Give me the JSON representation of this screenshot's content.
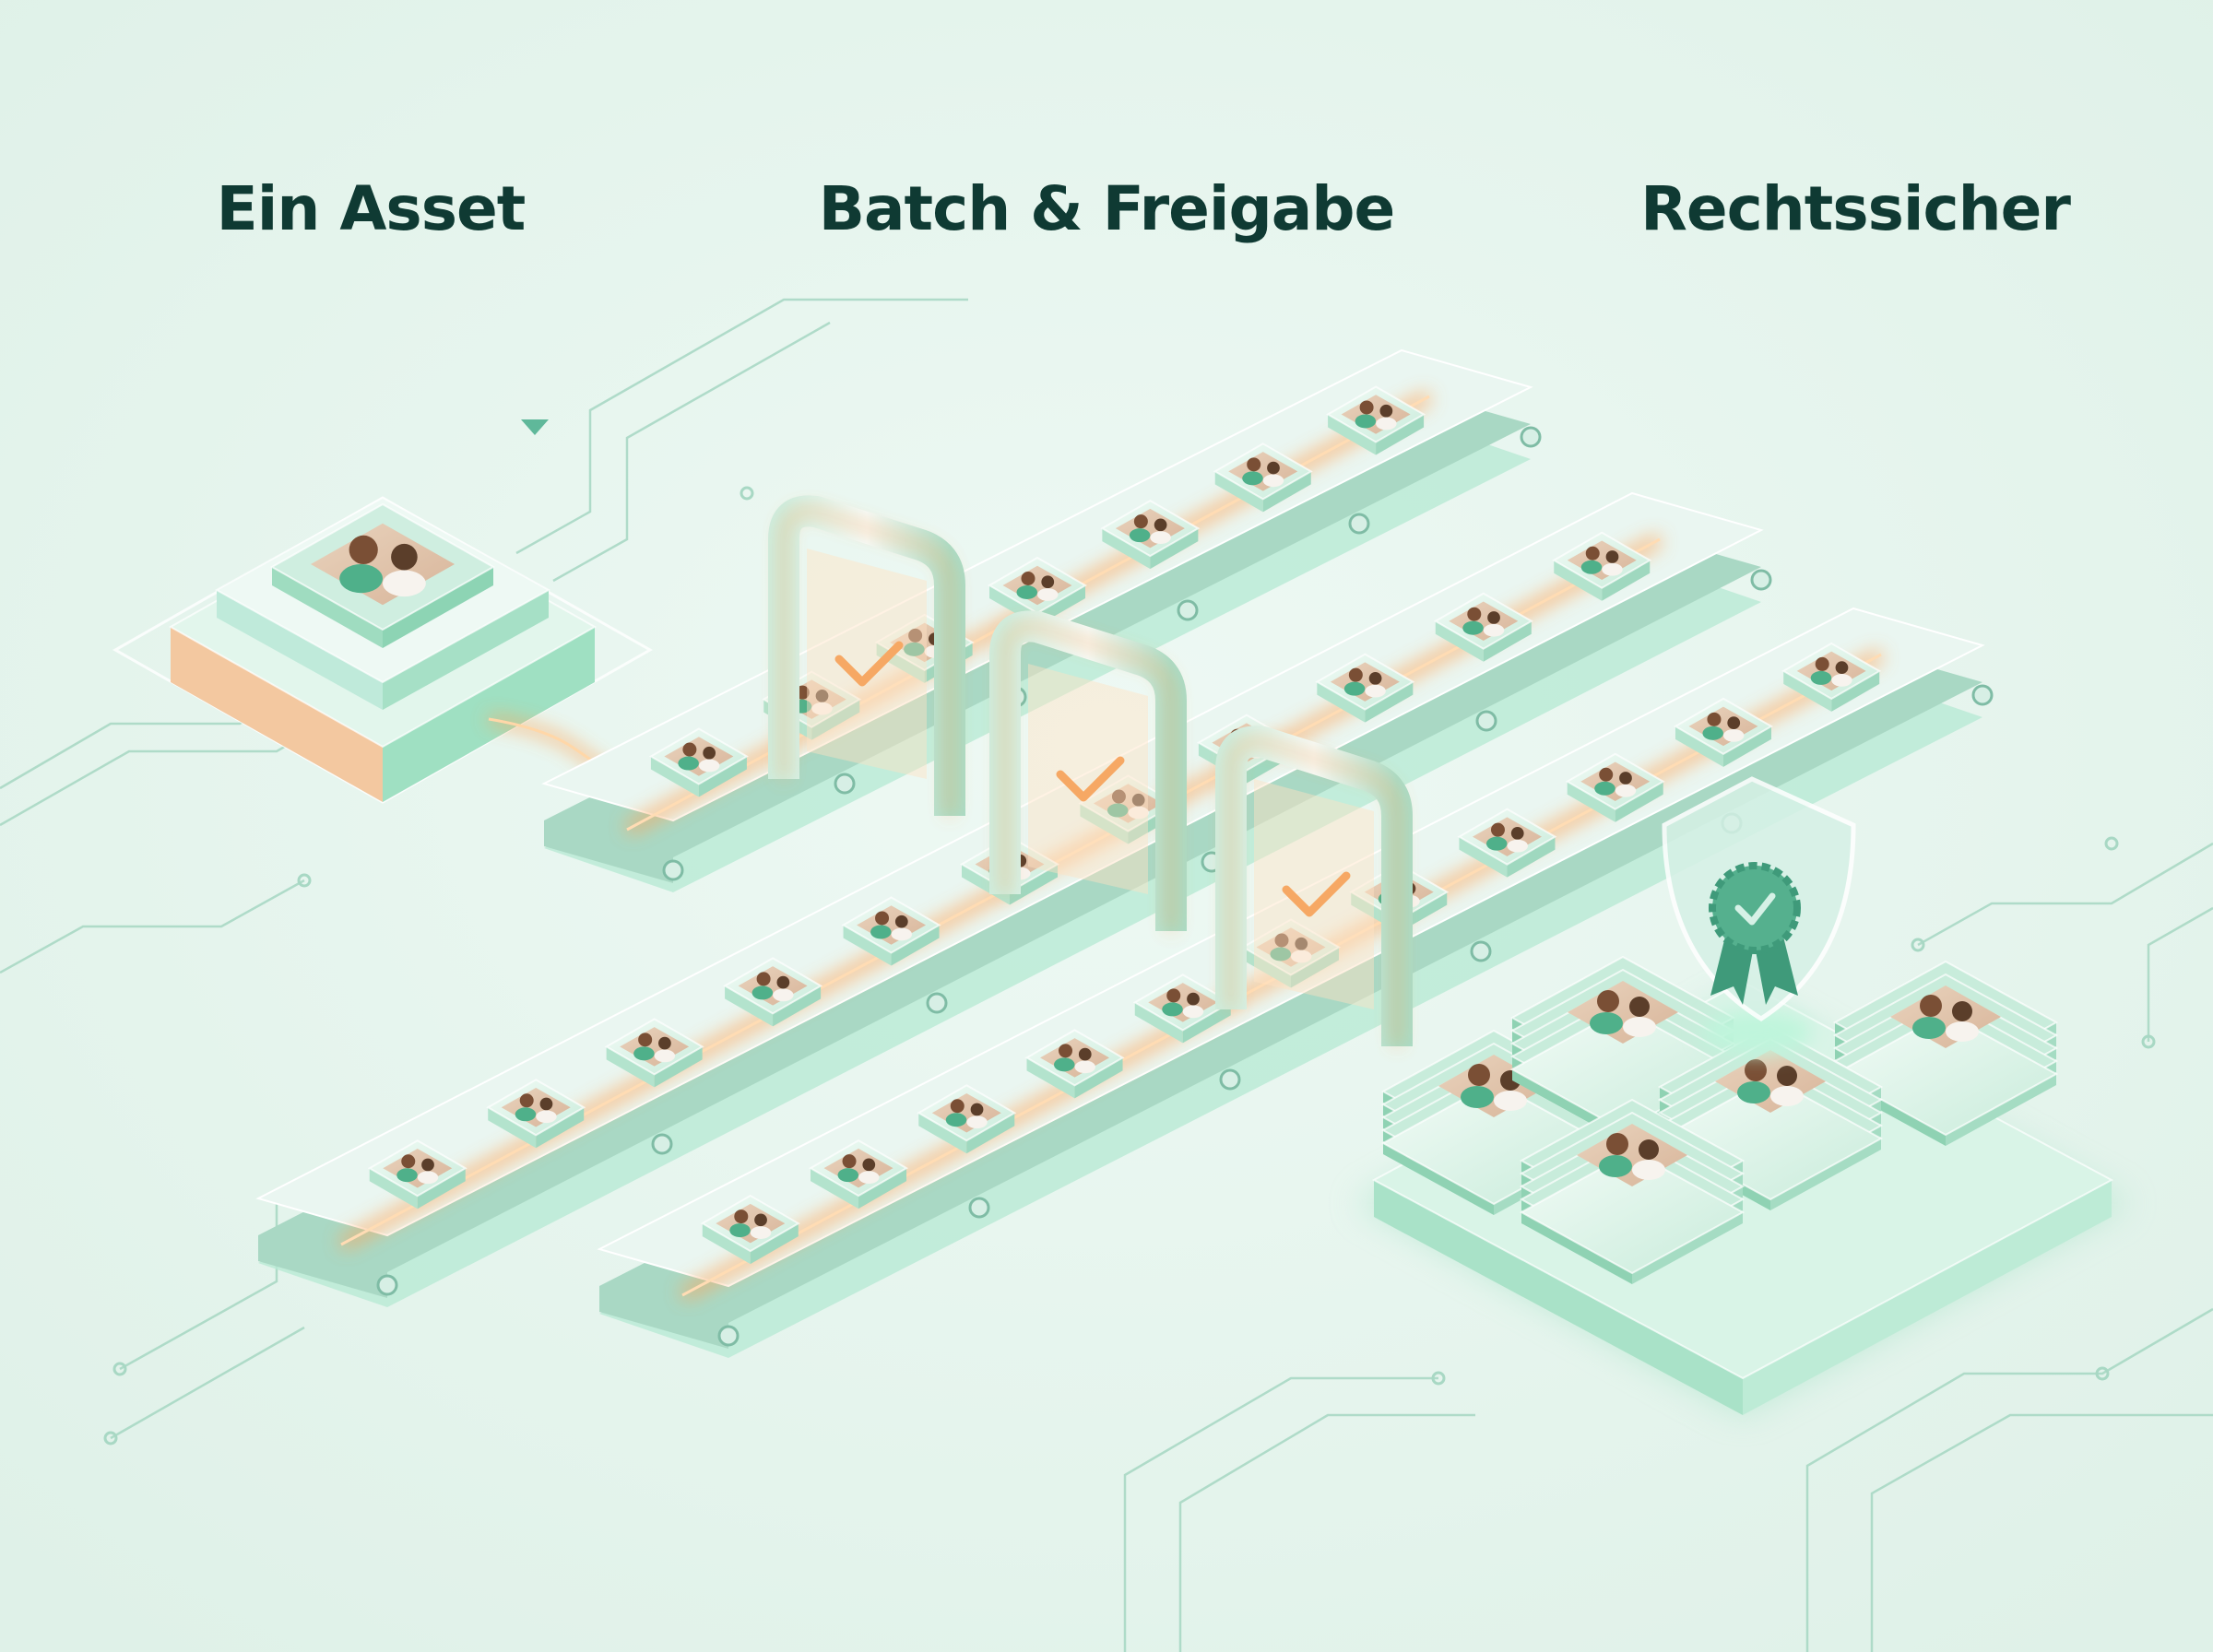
{
  "labels": {
    "single_asset": "Ein Asset",
    "batch_approval": "Batch & Freigabe",
    "legally_secure": "Rechtssicher"
  },
  "colors": {
    "background": "#e6f5ee",
    "heading": "#0f3a33",
    "mint": "#8fdcb8",
    "mint_light": "#d4f3e4",
    "mint_dark": "#5fbf95",
    "glow_orange": "#ffa55a",
    "circuit_line": "#a8d8c4"
  },
  "icons": {
    "asset_photo": "two-person-portrait-icon",
    "approval_gate": "checkmark-icon",
    "legal_badge": "shield-rosette-icon"
  },
  "conveyors": [
    {
      "id": "conveyor-top",
      "tiles": 7
    },
    {
      "id": "conveyor-middle",
      "tiles": 11
    },
    {
      "id": "conveyor-bottom",
      "tiles": 11
    }
  ],
  "output_stacks": 5
}
